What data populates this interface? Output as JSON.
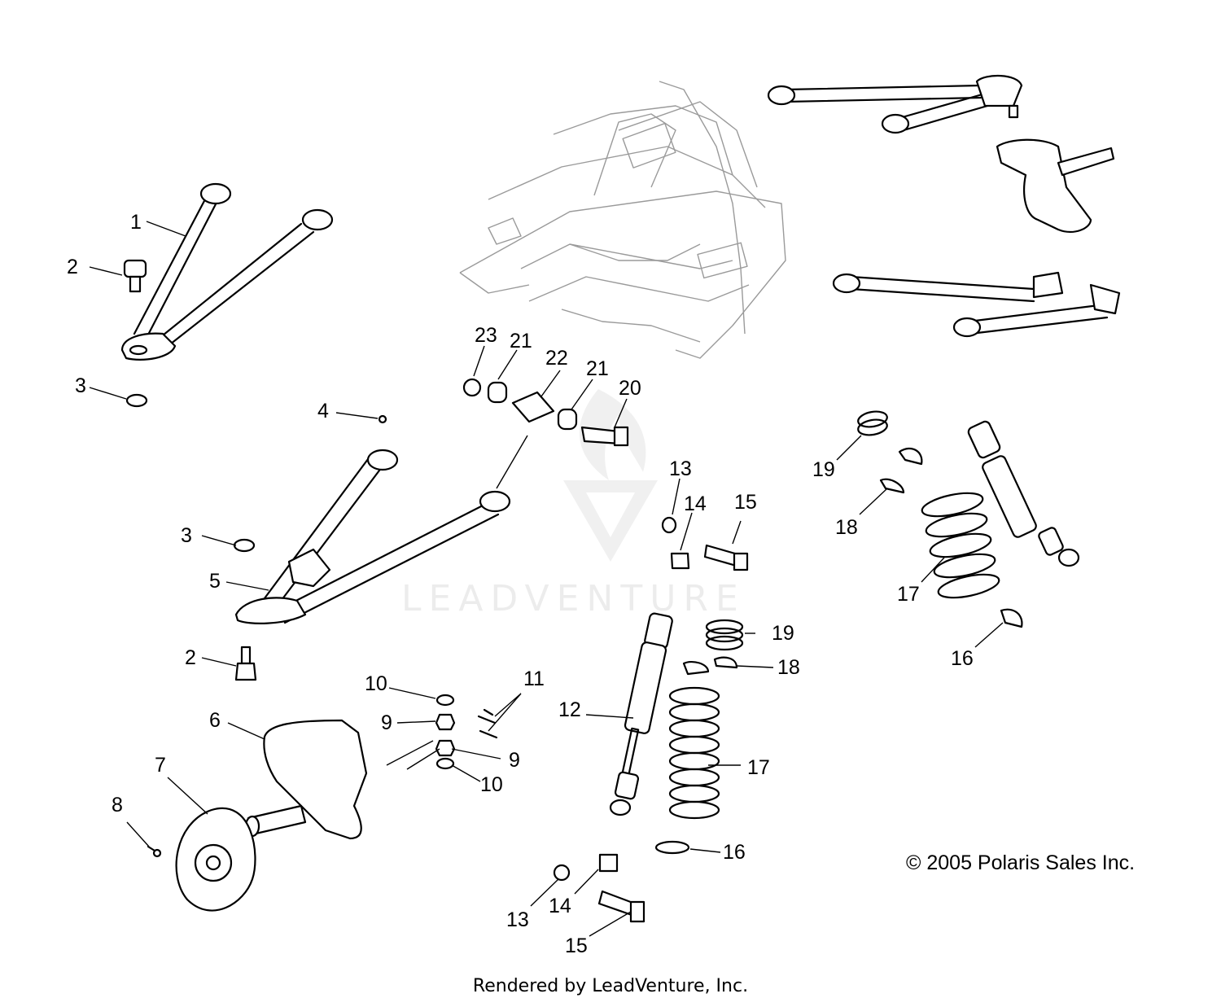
{
  "diagram": {
    "watermark": "LEADVENTURE",
    "copyright": "© 2005 Polaris Sales Inc.",
    "footer": "Rendered by LeadVenture, Inc.",
    "callouts": {
      "c1": "1",
      "c2a": "2",
      "c2b": "2",
      "c3a": "3",
      "c3b": "3",
      "c4": "4",
      "c5": "5",
      "c6": "6",
      "c7": "7",
      "c8": "8",
      "c9a": "9",
      "c9b": "9",
      "c10a": "10",
      "c10b": "10",
      "c11": "11",
      "c12": "12",
      "c13a": "13",
      "c13b": "13",
      "c14a": "14",
      "c14b": "14",
      "c15a": "15",
      "c15b": "15",
      "c16a": "16",
      "c16b": "16",
      "c17a": "17",
      "c17b": "17",
      "c18a": "18",
      "c18b": "18",
      "c19a": "19",
      "c19b": "19",
      "c20": "20",
      "c21a": "21",
      "c21b": "21",
      "c22": "22",
      "c23": "23"
    }
  }
}
